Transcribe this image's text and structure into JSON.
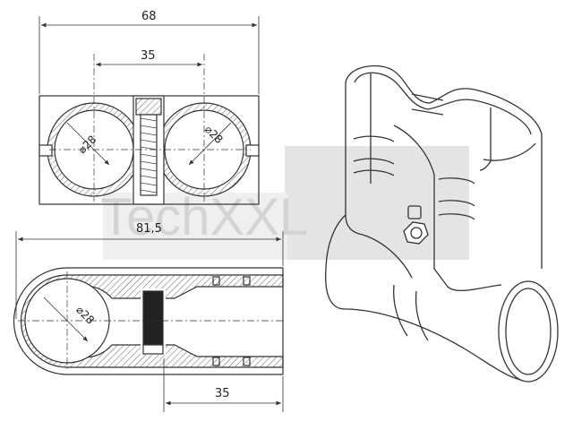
{
  "drawing": {
    "front_view": {
      "overall_width": "68",
      "bore_spacing": "35",
      "bore_left": "⌀28",
      "bore_right": "⌀28"
    },
    "side_view": {
      "overall_length": "81,5",
      "bore_spacing": "35",
      "bore": "⌀28"
    },
    "watermark": "TechXXL",
    "colors": {
      "line": "#333333",
      "hatch": "#555555",
      "watermark": "#d4d4d4",
      "bolt": "#9a9a9a"
    }
  }
}
